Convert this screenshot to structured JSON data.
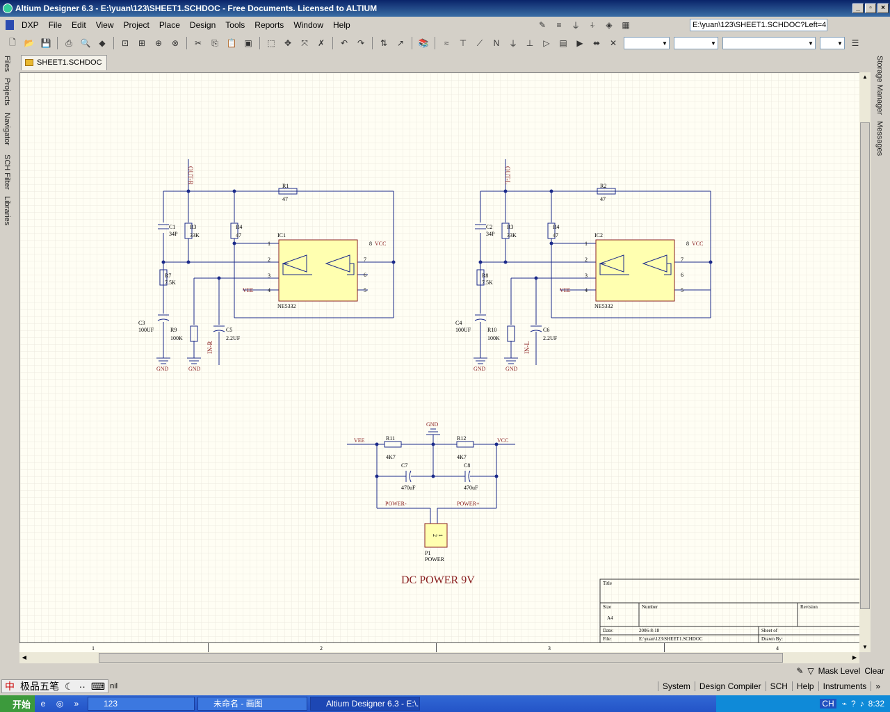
{
  "window": {
    "title": "Altium Designer 6.3 - E:\\yuan\\123\\SHEET1.SCHDOC - Free Documents. Licensed to ALTIUM",
    "min": "_",
    "restore": "▫",
    "close": "×"
  },
  "menu": [
    "DXP",
    "File",
    "Edit",
    "View",
    "Project",
    "Place",
    "Design",
    "Tools",
    "Reports",
    "Window",
    "Help"
  ],
  "address": "E:\\yuan\\123\\SHEET1.SCHDOC?Left=4",
  "left_dock": [
    "Files",
    "Projects",
    "Navigator",
    "SCH Filter",
    "Libraries"
  ],
  "right_dock": [
    "Storage Manager",
    "Messages"
  ],
  "doc_tab": "SHEET1.SCHDOC",
  "schematic": {
    "left": {
      "out": "OUT-R",
      "in": "IN-R",
      "r1": "R1",
      "r1v": "47",
      "c1": "C1",
      "c1v": "34P",
      "r3": "R3",
      "r3v": "33K",
      "r4": "R4",
      "r4v": "47",
      "ic": "IC1",
      "r7": "R7",
      "r7v": "7.5K",
      "c3": "C3",
      "c3v": "100UF",
      "r9": "R9",
      "r9v": "100K",
      "c5": "C5",
      "c5v": "2.2UF"
    },
    "right": {
      "out": "OUT-L",
      "in": "IN-L",
      "r1": "R2",
      "r1v": "47",
      "c1": "C2",
      "c1v": "34P",
      "r3": "R3",
      "r3v": "33K",
      "r4": "R4",
      "r4v": "47",
      "ic": "IC2",
      "r7": "R8",
      "r7v": "7.5K",
      "c3": "C4",
      "c3v": "100UF",
      "r9": "R10",
      "r9v": "100K",
      "c5": "C6",
      "c5v": "2.2UF"
    },
    "common": {
      "vcc": "VCC",
      "vee": "VEE",
      "gnd": "GND",
      "chip": "NE5332",
      "pin1": "1",
      "pin2": "2",
      "pin3": "3",
      "pin4": "4",
      "pin5": "5",
      "pin6": "6",
      "pin7": "7",
      "pin8": "8"
    },
    "power": {
      "vee": "VEE",
      "vcc": "VCC",
      "gnd": "GND",
      "r11": "R11",
      "r11v": "4K7",
      "r12": "R12",
      "r12v": "4K7",
      "c7": "C7",
      "c7v": "470uF",
      "c8": "C8",
      "c8v": "470uF",
      "pminus": "POWER-",
      "pplus": "POWER+",
      "p1": "P1",
      "p1v": "POWER",
      "pin1": "1",
      "pin2": "2"
    },
    "caption": "DC POWER 9V",
    "titleblock": {
      "title": "Title",
      "size": "Size",
      "sizev": "A4",
      "number": "Number",
      "revision": "Revision",
      "date": "Date:",
      "datev": "2006-8-18",
      "file": "File:",
      "filev": "E:\\yuan\\123\\SHEET1.SCHDOC",
      "sheet": "Sheet of",
      "drawn": "Drawn By:"
    },
    "zones": [
      "1",
      "2",
      "3",
      "4"
    ]
  },
  "status": {
    "mask_level": "Mask Level",
    "clear": "Clear"
  },
  "panels": [
    "System",
    "Design Compiler",
    "SCH",
    "Help",
    "Instruments"
  ],
  "ime": {
    "name": "极品五笔",
    "extra": "nil"
  },
  "taskbar": {
    "start": "开始",
    "tasks": [
      "123",
      "未命名 - 画图",
      "Altium Designer 6.3 - E:\\..."
    ],
    "tray_lang": "CH",
    "clock": "8:32"
  }
}
